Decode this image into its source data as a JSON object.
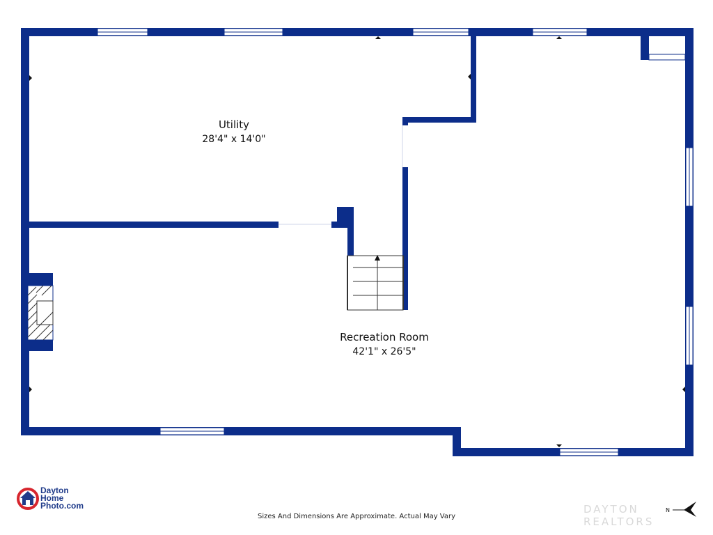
{
  "floorplan": {
    "rooms": [
      {
        "name": "Utility",
        "dimensions": "28'4\" x 14'0\""
      },
      {
        "name": "Recreation Room",
        "dimensions": "42'1\" x 26'5\""
      }
    ],
    "wall_color": "#0c2d8a",
    "fireplace_label": ""
  },
  "footer": {
    "disclaimer": "Sizes And Dimensions Are Approximate. Actual May Vary",
    "logo_line1": "Dayton",
    "logo_line2": "Home",
    "logo_line3": "Photo.com",
    "watermark": "DAYTON REALTORS",
    "compass_label": "N"
  },
  "colors": {
    "wall": "#0c2d8a",
    "logo_red": "#d7262e",
    "logo_blue": "#1f3b8a"
  }
}
